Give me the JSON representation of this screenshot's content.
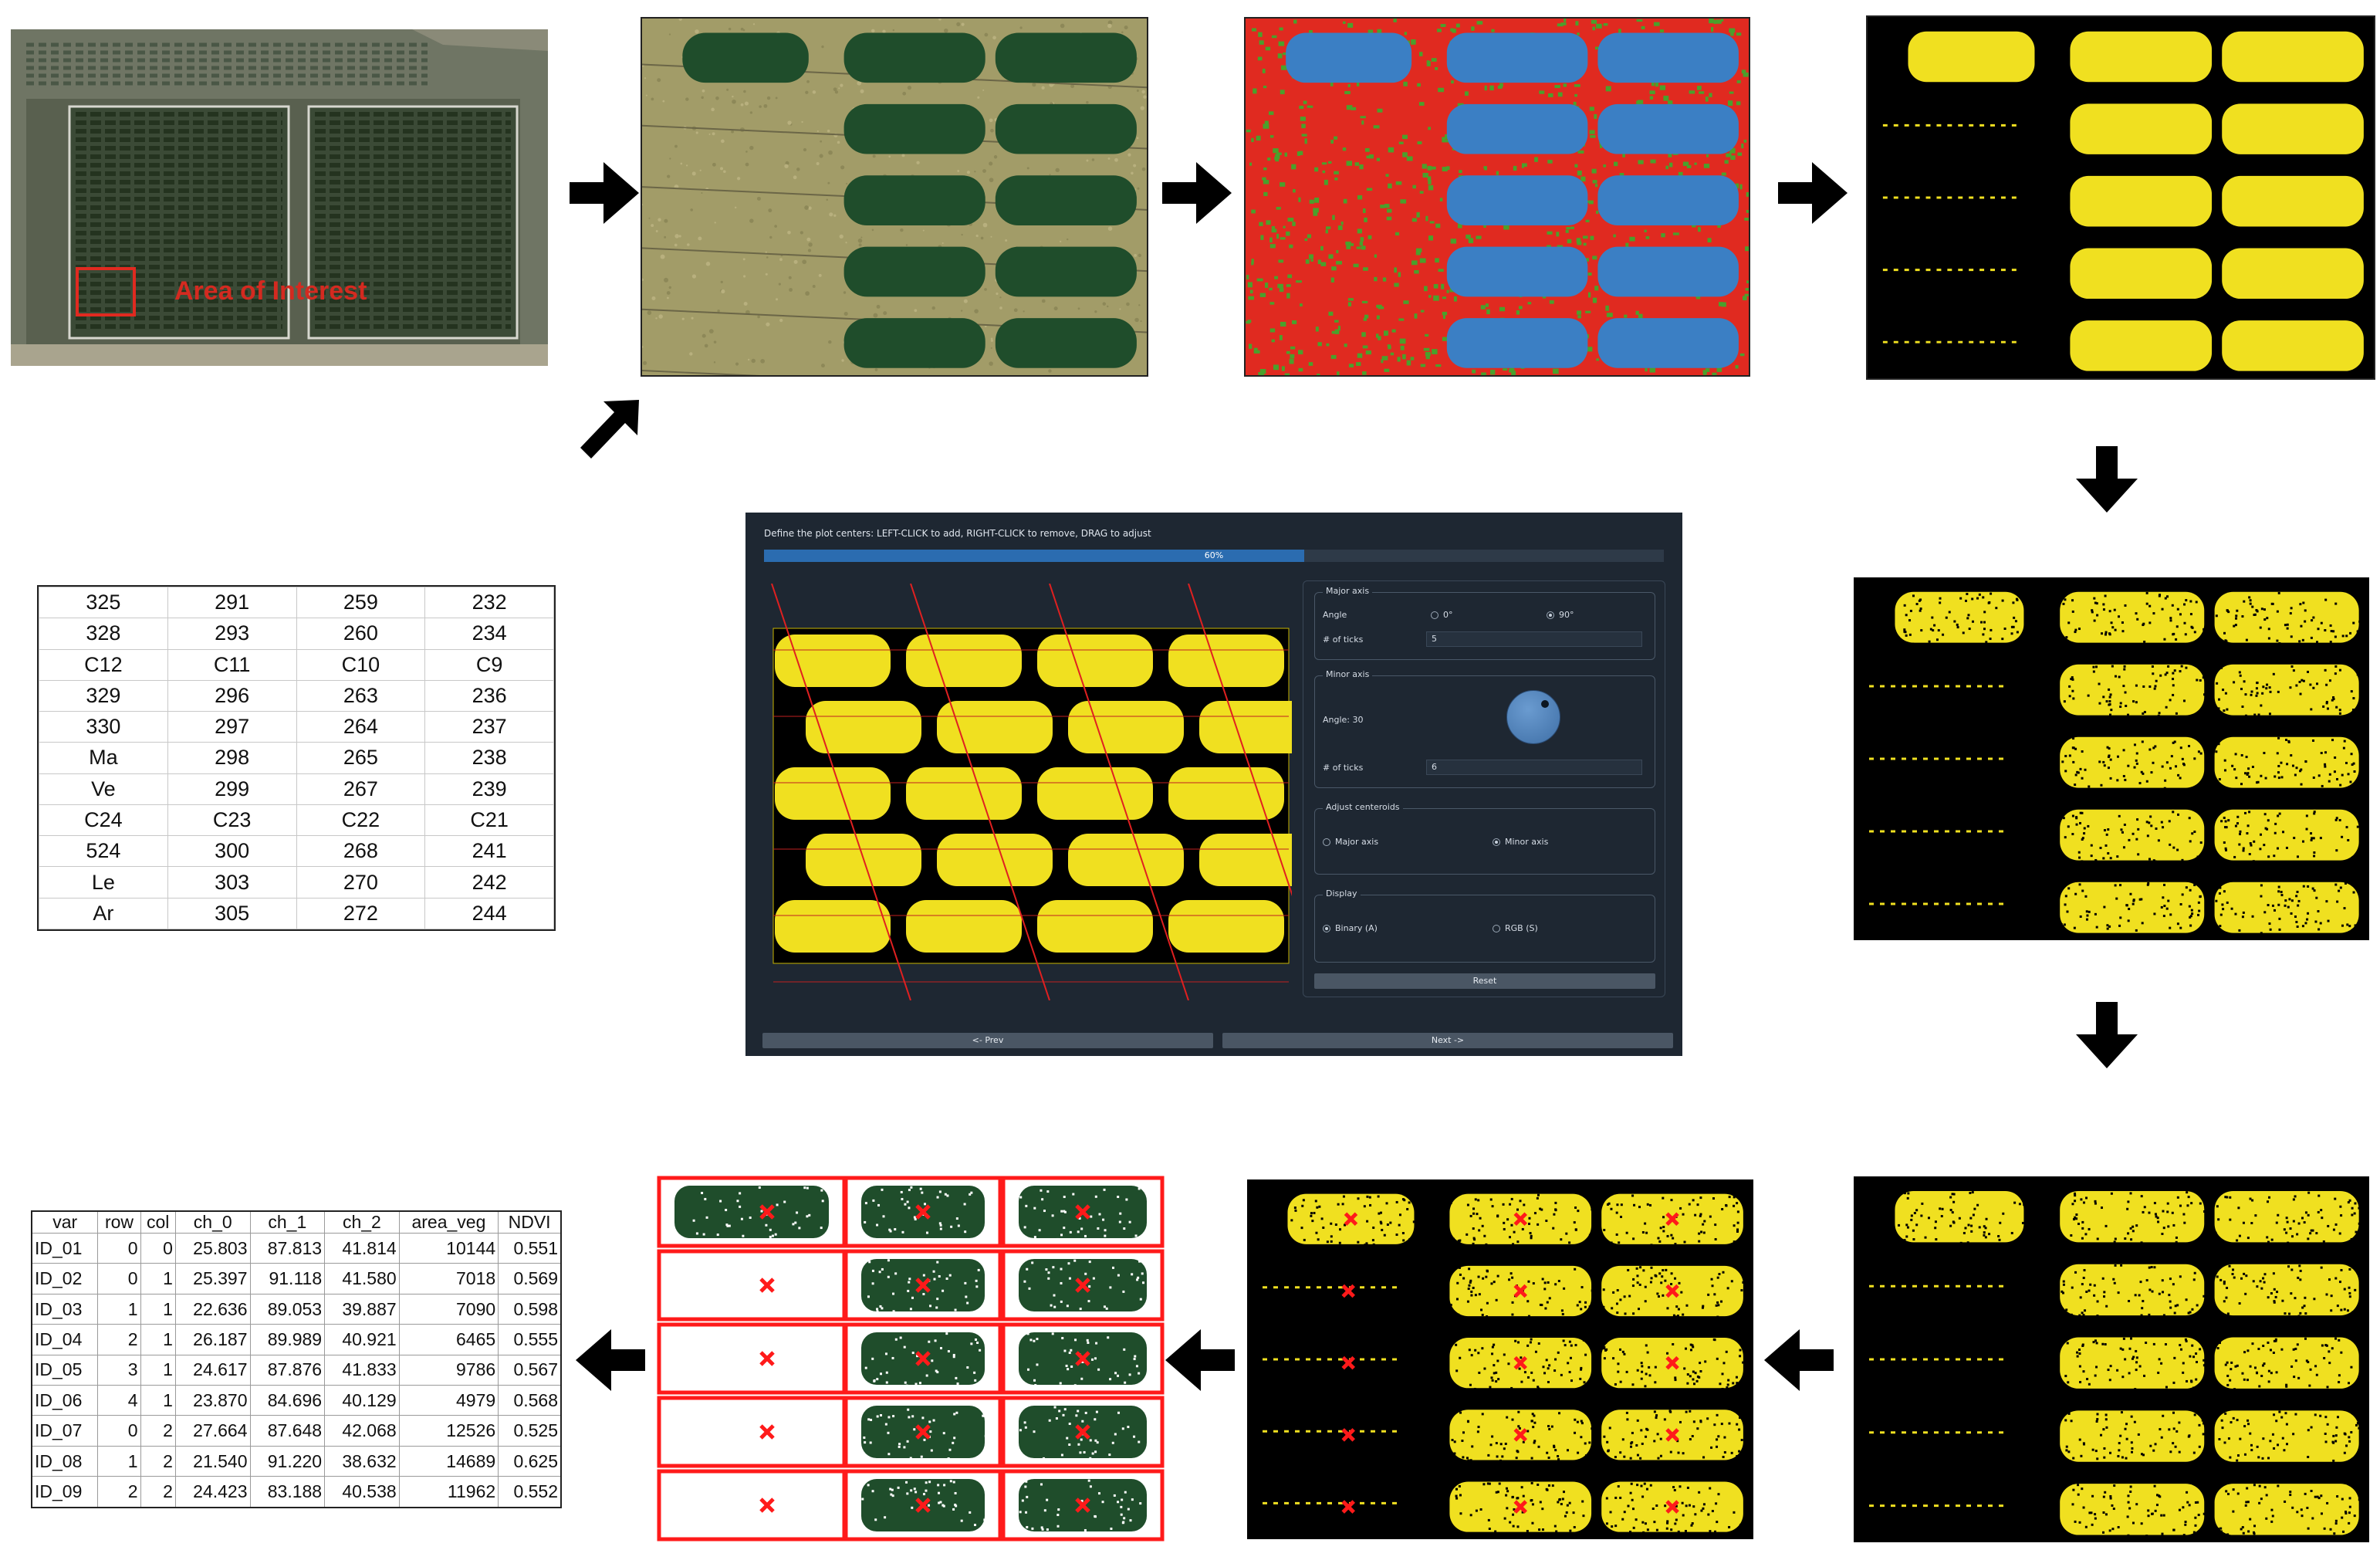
{
  "panel1": {
    "label": "Area of Interest"
  },
  "gui": {
    "instruction": "Define the plot centers: LEFT-CLICK to add, RIGHT-CLICK to remove, DRAG to adjust",
    "progress": {
      "value": 0.6,
      "text": "60%"
    },
    "major_axis": {
      "title": "Major axis",
      "angle_label": "Angle",
      "options": [
        "0°",
        "90°"
      ],
      "selected": "90°",
      "ticks_label": "# of ticks",
      "ticks_value": "5"
    },
    "minor_axis": {
      "title": "Minor axis",
      "angle_label": "Angle: 30",
      "ticks_label": "# of ticks",
      "ticks_value": "6"
    },
    "adjust_centroids": {
      "title": "Adjust centeroids",
      "options": [
        "Major axis",
        "Minor axis"
      ],
      "selected": "Minor axis"
    },
    "display": {
      "title": "Display",
      "options": [
        "Binary (A)",
        "RGB (S)"
      ],
      "selected": "Binary (A)"
    },
    "reset_label": "Reset",
    "prev_label": "<- Prev",
    "next_label": "Next ->"
  },
  "plot_ids": [
    [
      "325",
      "291",
      "259",
      "232"
    ],
    [
      "328",
      "293",
      "260",
      "234"
    ],
    [
      "C12",
      "C11",
      "C10",
      "C9"
    ],
    [
      "329",
      "296",
      "263",
      "236"
    ],
    [
      "330",
      "297",
      "264",
      "237"
    ],
    [
      "Ma",
      "298",
      "265",
      "238"
    ],
    [
      "Ve",
      "299",
      "267",
      "239"
    ],
    [
      "C24",
      "C23",
      "C22",
      "C21"
    ],
    [
      "524",
      "300",
      "268",
      "241"
    ],
    [
      "Le",
      "303",
      "270",
      "242"
    ],
    [
      "Ar",
      "305",
      "272",
      "244"
    ]
  ],
  "results": {
    "headers": [
      "var",
      "row",
      "col",
      "ch_0",
      "ch_1",
      "ch_2",
      "area_veg",
      "NDVI"
    ],
    "rows": [
      [
        "ID_01",
        "0",
        "0",
        "25.803",
        "87.813",
        "41.814",
        "10144",
        "0.551"
      ],
      [
        "ID_02",
        "0",
        "1",
        "25.397",
        "91.118",
        "41.580",
        "7018",
        "0.569"
      ],
      [
        "ID_03",
        "1",
        "1",
        "22.636",
        "89.053",
        "39.887",
        "7090",
        "0.598"
      ],
      [
        "ID_04",
        "2",
        "1",
        "26.187",
        "89.989",
        "40.921",
        "6465",
        "0.555"
      ],
      [
        "ID_05",
        "3",
        "1",
        "24.617",
        "87.876",
        "41.833",
        "9786",
        "0.567"
      ],
      [
        "ID_06",
        "4",
        "1",
        "23.870",
        "84.696",
        "40.129",
        "4979",
        "0.568"
      ],
      [
        "ID_07",
        "0",
        "2",
        "27.664",
        "87.648",
        "42.068",
        "12526",
        "0.525"
      ],
      [
        "ID_08",
        "1",
        "2",
        "21.540",
        "91.220",
        "38.632",
        "14689",
        "0.625"
      ],
      [
        "ID_09",
        "2",
        "2",
        "24.423",
        "83.188",
        "40.538",
        "11962",
        "0.552"
      ]
    ]
  },
  "colors": {
    "vegetation_dark": "#1f4d2b",
    "soil": "#a29c68",
    "class_soil": "#e02a20",
    "class_grass": "#4aa02c",
    "class_canopy": "#3b7fc4",
    "binary_fg": "#f0e020",
    "binary_bg": "#000000",
    "marker": "#ff1a1a"
  }
}
